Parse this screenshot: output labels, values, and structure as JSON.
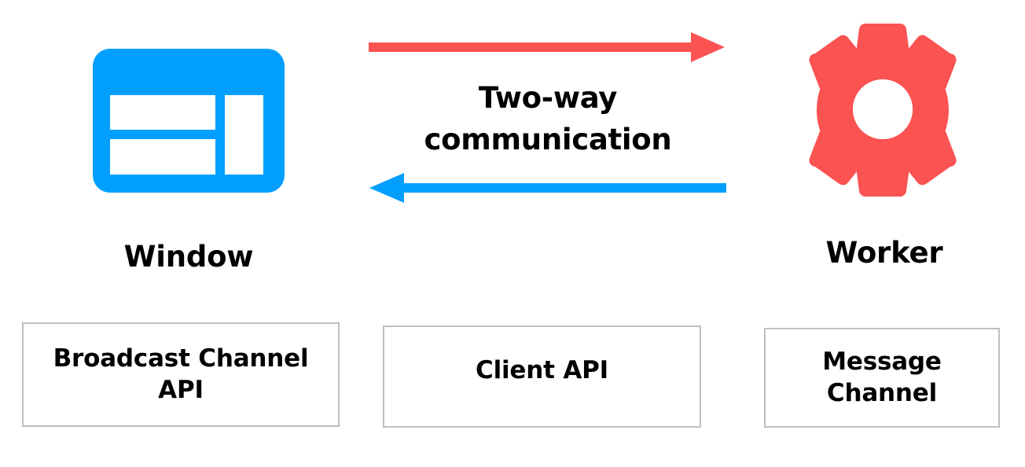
{
  "diagram": {
    "title": "Two-way communication between Window and Worker",
    "background_color": "#ffffff"
  },
  "colors": {
    "blue": "#029FFF",
    "red": "#FB5252",
    "box_border": "#BFBFBF",
    "text": "#000000"
  },
  "nodes": {
    "left": {
      "icon": "window-icon",
      "icon_color": "#029FFF",
      "label": "Window"
    },
    "right": {
      "icon": "gear-icon",
      "icon_color": "#FB5252",
      "label": "Worker"
    }
  },
  "arrows": {
    "caption": "Two-way\ncommunication",
    "caption_line1": "Two-way",
    "caption_line2": "communication",
    "top": {
      "direction": "right",
      "color": "#FB5252",
      "from": "Window",
      "to": "Worker"
    },
    "bottom": {
      "direction": "left",
      "color": "#029FFF",
      "from": "Worker",
      "to": "Window"
    }
  },
  "api_boxes": [
    {
      "id": "broadcast-channel-api",
      "label": "Broadcast Channel\nAPI",
      "border_color": "#BFBFBF"
    },
    {
      "id": "client-api",
      "label": "Client API",
      "border_color": "#BFBFBF"
    },
    {
      "id": "message-channel",
      "label": "Message\nChannel",
      "border_color": "#BFBFBF"
    }
  ]
}
